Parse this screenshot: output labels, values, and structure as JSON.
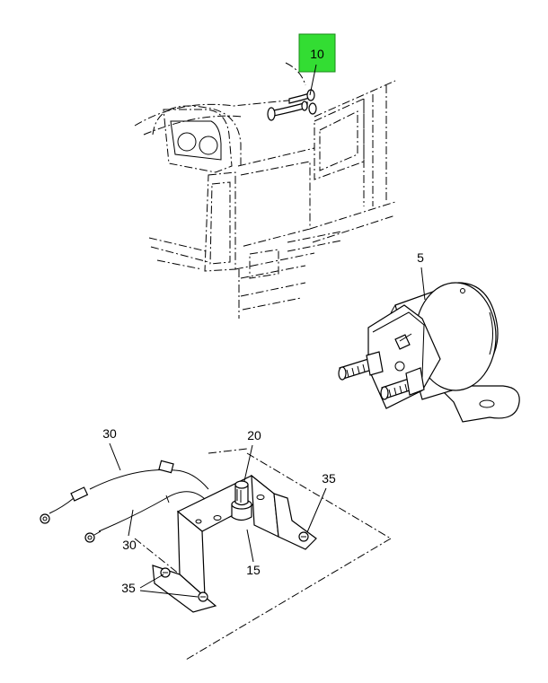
{
  "callouts": {
    "horn": "10",
    "solenoid": "5",
    "harness_upper": "30",
    "harness_lower": "30",
    "button": "20",
    "bracket": "15",
    "screw_right": "35",
    "screw_left": "35"
  },
  "colors": {
    "highlight": "#33dd33",
    "line": "#000000"
  }
}
